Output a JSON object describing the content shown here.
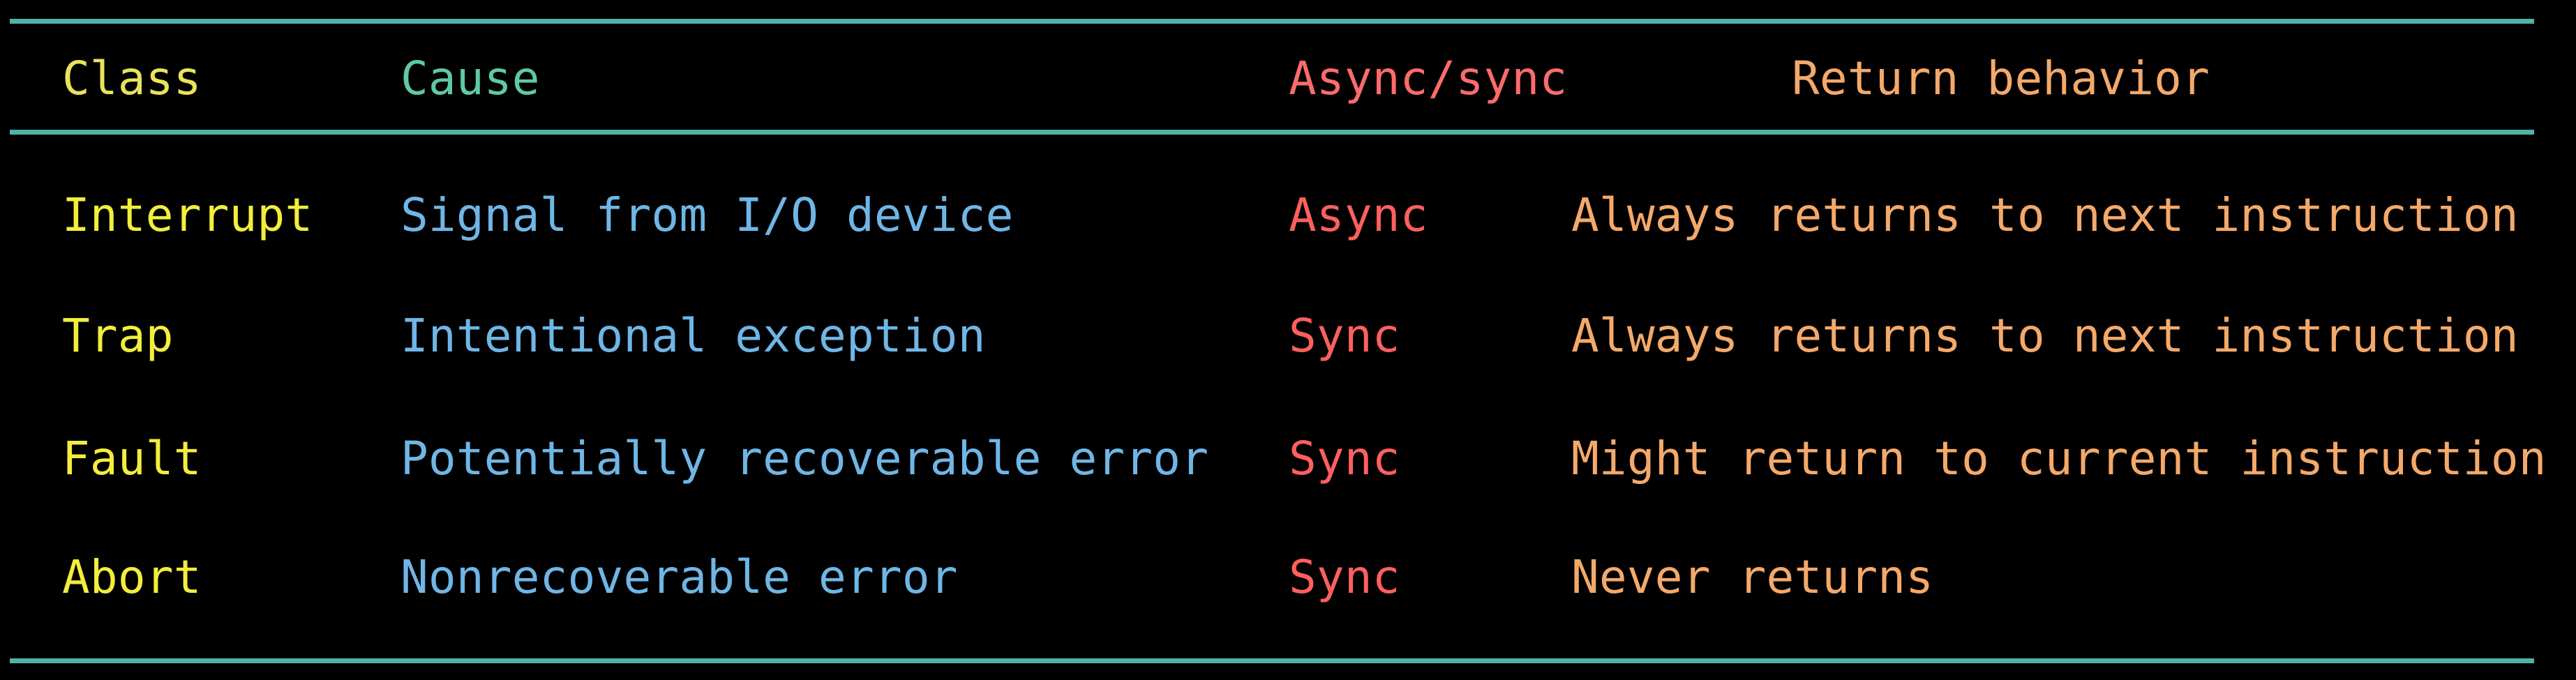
{
  "colors": {
    "background": "#000000",
    "rule": "#4fb3a6",
    "class_header": "#e8e35a",
    "cause_header": "#5fc9a6",
    "async_header": "#ff6b6b",
    "return_header": "#f4a96a",
    "class_text": "#f2ee3c",
    "cause_text": "#6fb6e6",
    "async_text": "#ff5f5f",
    "return_text": "#f4a96a"
  },
  "table": {
    "headers": {
      "class": "Class",
      "cause": "Cause",
      "async_sync": "Async/sync",
      "return_behavior": "Return behavior"
    },
    "rows": [
      {
        "class": "Interrupt",
        "cause": "Signal from I/O device",
        "async_sync": "Async",
        "return_behavior": "Always returns to next instruction"
      },
      {
        "class": "Trap",
        "cause": "Intentional exception",
        "async_sync": "Sync",
        "return_behavior": "Always returns to next instruction"
      },
      {
        "class": "Fault",
        "cause": "Potentially recoverable error",
        "async_sync": "Sync",
        "return_behavior": "Might return to current instruction"
      },
      {
        "class": "Abort",
        "cause": "Nonrecoverable error",
        "async_sync": "Sync",
        "return_behavior": "Never returns"
      }
    ]
  }
}
